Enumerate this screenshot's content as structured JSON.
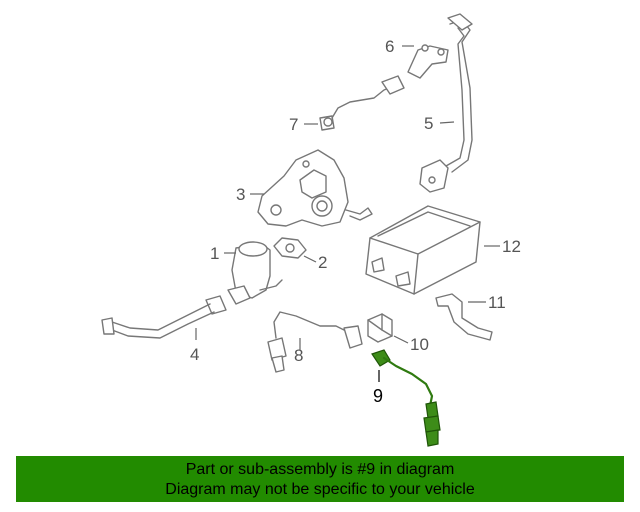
{
  "diagram": {
    "callouts": {
      "c1": "1",
      "c2": "2",
      "c3": "3",
      "c4": "4",
      "c5": "5",
      "c6": "6",
      "c7": "7",
      "c8": "8",
      "c9": "9",
      "c10": "10",
      "c11": "11",
      "c12": "12"
    },
    "highlight_color": "#2f7a10"
  },
  "banner": {
    "line1": "Part or sub-assembly is #9 in diagram",
    "line2": "Diagram may not be specific to your vehicle",
    "background": "#228b00"
  }
}
